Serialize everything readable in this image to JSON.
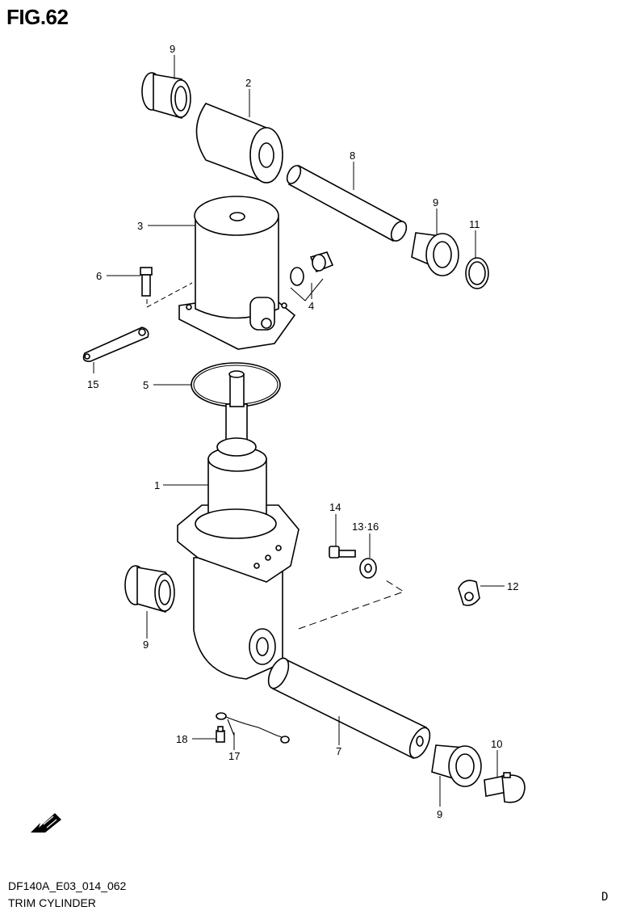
{
  "figure": {
    "title": "FIG.62"
  },
  "footer": {
    "code": "DF140A_E03_014_062",
    "name": "TRIM CYLINDER",
    "page_letter": "D"
  },
  "callouts": {
    "c9a": "9",
    "c2": "2",
    "c8": "8",
    "c9b": "9",
    "c11": "11",
    "c3": "3",
    "c6": "6",
    "c4": "4",
    "c15": "15",
    "c5": "5",
    "c1": "1",
    "c14": "14",
    "c13": "13·16",
    "c12": "12",
    "c9c": "9",
    "c18": "18",
    "c17": "17",
    "c7": "7",
    "c10": "10",
    "c9d": "9"
  },
  "icons": {
    "direction_arrow": "fwd-arrow-icon"
  }
}
